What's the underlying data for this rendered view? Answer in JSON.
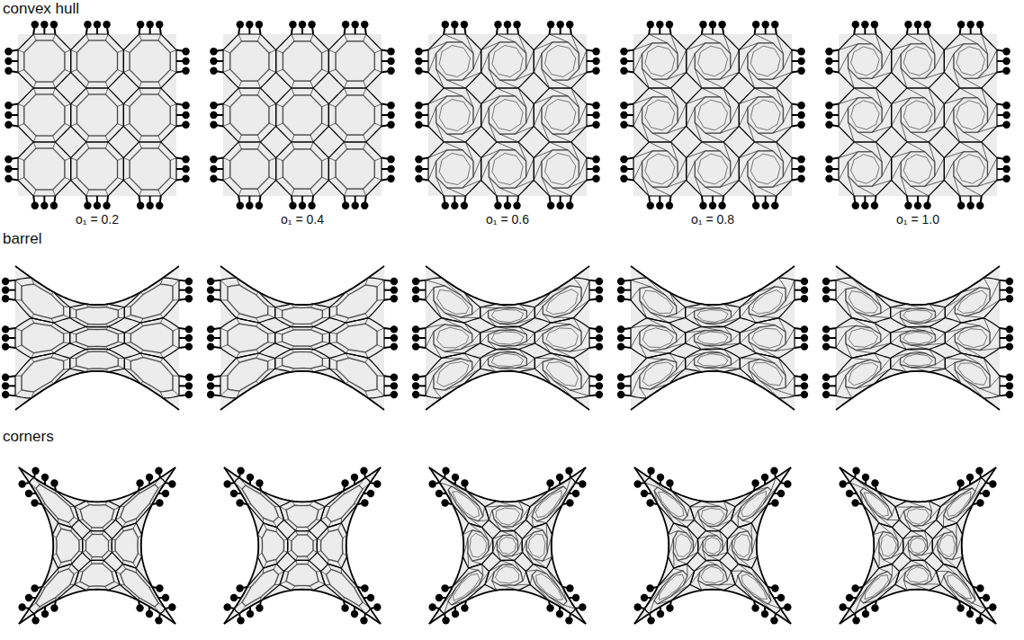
{
  "diagram": {
    "labels": [
      "convex hull",
      "o₁ = 0.2",
      "o₁ = 0.4",
      "o₁ = 0.6",
      "o₁ = 0.8",
      "o₁ = 1.0",
      "barrel",
      "corners"
    ]
  }
}
